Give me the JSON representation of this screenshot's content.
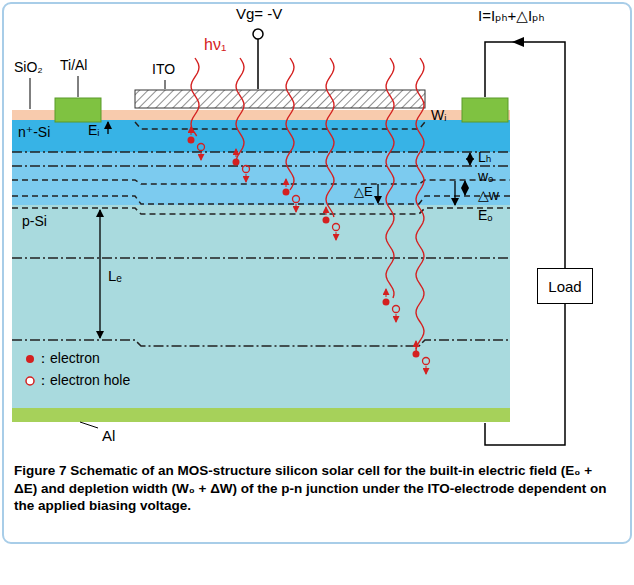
{
  "diagram": {
    "caption": "Figure 7 Schematic of an MOS-structure silicon solar cell for the built-in electric field (E₀ + ΔE) and depletion width (W₀ + ΔW) of the p-n junction under the ITO-electrode dependent on the applied biasing voltage.",
    "nodes": [
      {
        "text": [
          "Load"
        ]
      }
    ],
    "labels": [
      "I=Iₚₕ+△Iₚₕ",
      "SiO₂",
      "Ti/Al",
      "ITO",
      "hν₁",
      "Vg= -V",
      "Wᵢ",
      "n⁺-Si",
      "Eᵢ",
      "Lₕ",
      "wₒ",
      "△w",
      "p-Si",
      "△E",
      "Eₒ",
      "Lₑ",
      "Al"
    ],
    "legend": [
      {
        "text": "：electron"
      },
      {
        "text": "：electron hole"
      }
    ]
  }
}
